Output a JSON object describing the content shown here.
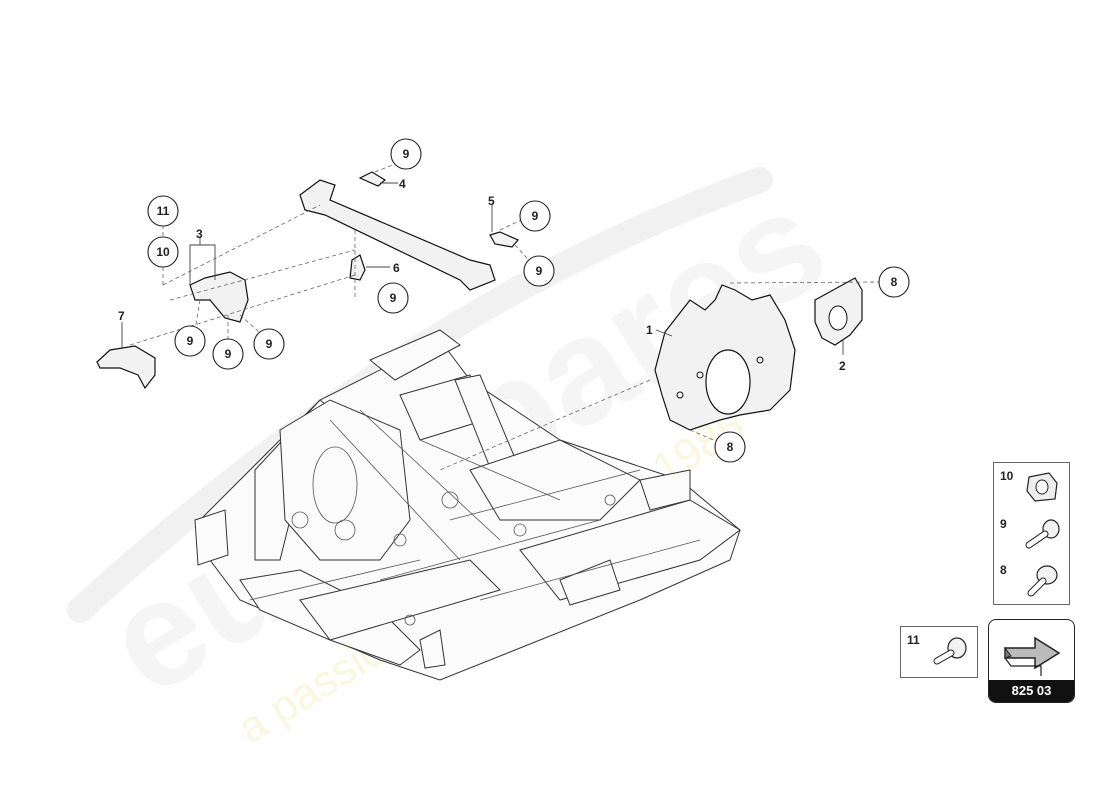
{
  "diagram": {
    "callouts": [
      {
        "label": "9"
      },
      {
        "label": "9"
      },
      {
        "label": "9"
      },
      {
        "label": "9"
      },
      {
        "label": "9"
      },
      {
        "label": "9"
      },
      {
        "label": "9"
      },
      {
        "label": "9"
      },
      {
        "label": "11"
      },
      {
        "label": "10"
      },
      {
        "label": "8"
      },
      {
        "label": "8"
      }
    ],
    "part_labels": [
      "1",
      "2",
      "3",
      "4",
      "5",
      "6",
      "7"
    ]
  },
  "legend": {
    "items": [
      {
        "number": "10",
        "icon": "cage-nut-icon"
      },
      {
        "number": "9",
        "icon": "bolt-icon"
      },
      {
        "number": "8",
        "icon": "bolt-icon"
      },
      {
        "number": "11",
        "icon": "bolt-icon"
      }
    ]
  },
  "catalog": {
    "number": "825 03",
    "icon": "arrow-icon"
  },
  "watermark": {
    "brand": "eurospares",
    "tagline": "a passion for parts since 1985"
  }
}
